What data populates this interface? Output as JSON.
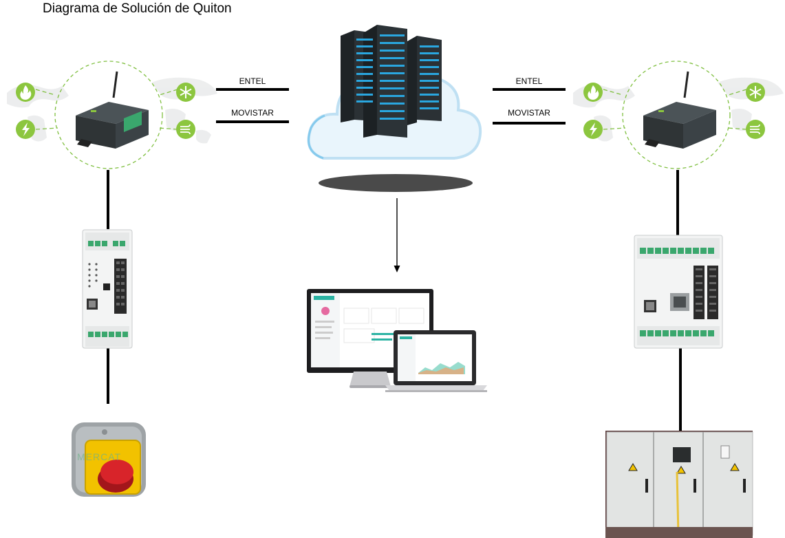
{
  "title": "Diagrama de Solución de Quiton",
  "left_links": [
    {
      "label": "ENTEL"
    },
    {
      "label": "MOVISTAR"
    }
  ],
  "right_links": [
    {
      "label": "ENTEL"
    },
    {
      "label": "MOVISTAR"
    }
  ],
  "gateway_icons": [
    "fire-icon",
    "snowflake-icon",
    "lightning-icon",
    "wind-icon"
  ],
  "watermark": "MERCAT",
  "colors": {
    "accent_green": "#8cc63f",
    "dashed_green": "#7fbf3f",
    "server_blue": "#2aa7e0",
    "cloud_blue": "#cfe9f7",
    "device_dark": "#2f3436",
    "stop_red": "#d8242a",
    "stop_yellow": "#f2c200"
  }
}
